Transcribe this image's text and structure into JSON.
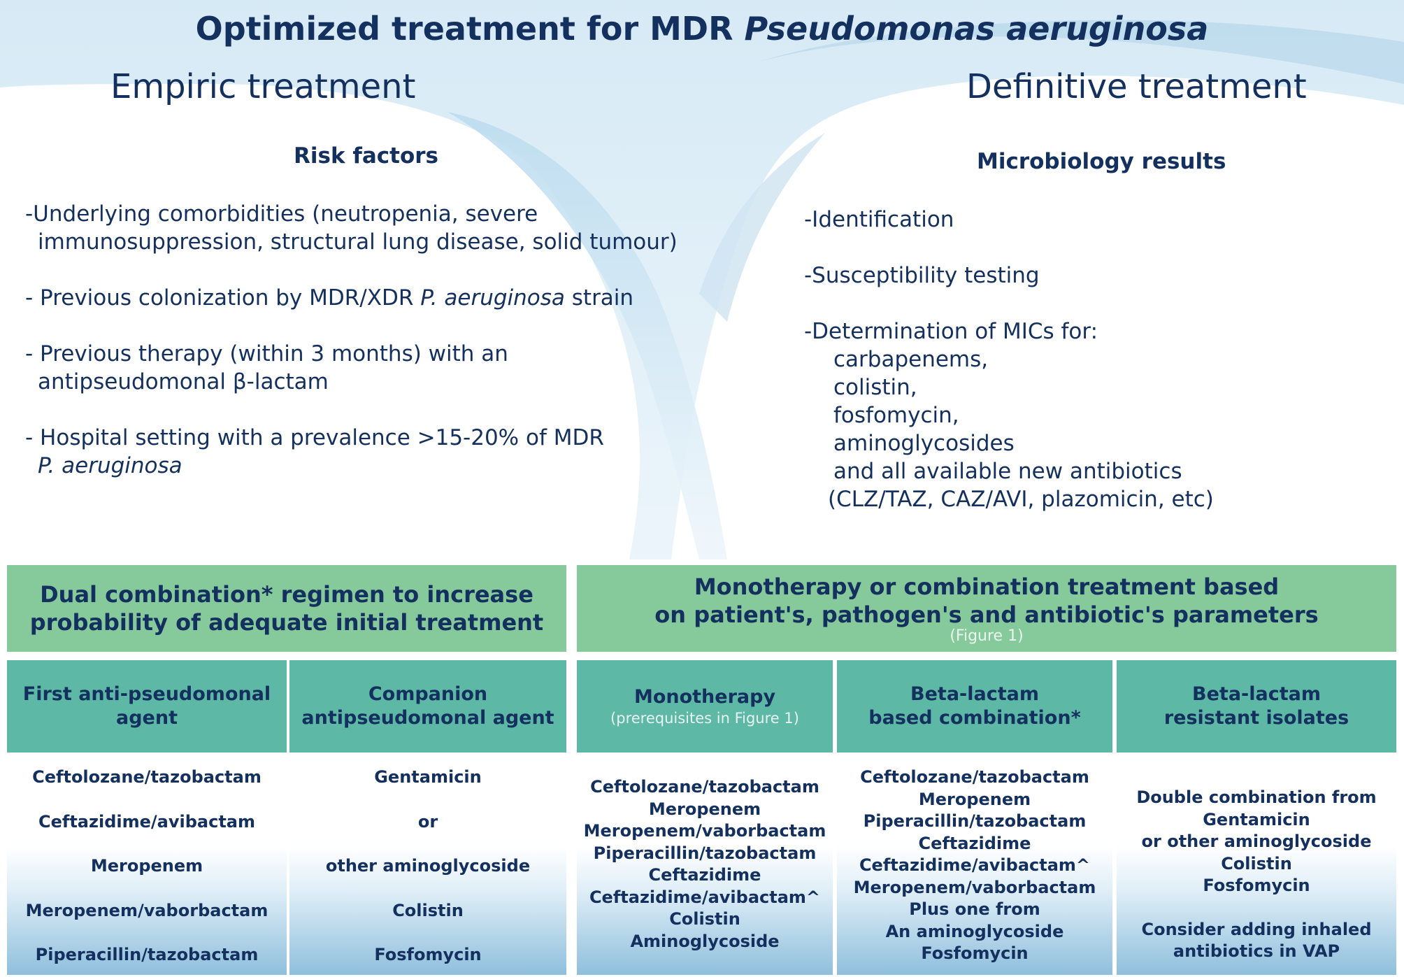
{
  "title": {
    "main": "Optimized treatment for MDR ",
    "italic": "Pseudomonas aeruginosa"
  },
  "empiric": {
    "heading": "Empiric treatment",
    "subheading": "Risk factors",
    "items": [
      {
        "line1": "-Underlying comorbidities (neutropenia, severe",
        "line2": "immunosuppression, structural lung disease, solid tumour)"
      },
      {
        "line1_a": "- Previous colonization by MDR/XDR ",
        "line1_italic": "P. aeruginosa",
        "line1_b": " strain"
      },
      {
        "line1": "- Previous therapy (within 3 months) with an",
        "line2": "antipseudomonal β-lactam"
      },
      {
        "line1": "- Hospital setting with a prevalence >15-20% of MDR",
        "line2_italic": "P. aeruginosa"
      }
    ]
  },
  "definitive": {
    "heading": "Definitive treatment",
    "subheading": "Microbiology results",
    "items": [
      "-Identification",
      "-Susceptibility testing",
      "-Determination of MICs for:"
    ],
    "mic_list": [
      "carbapenems,",
      "colistin,",
      "fosfomycin,",
      "aminoglycosides",
      "and all available new antibiotics",
      "(CLZ/TAZ, CAZ/AVI,  plazomicin, etc)"
    ]
  },
  "left_banner": {
    "line1": "Dual combination* regimen to increase",
    "line2": "probability of adequate initial treatment"
  },
  "right_banner": {
    "line1": "Monotherapy or combination treatment based",
    "line2": "on patient's, pathogen's and antibiotic's parameters",
    "note": "(Figure 1)"
  },
  "columns": [
    {
      "header1": "First anti-pseudomonal",
      "header2": "agent",
      "drugs": [
        "Ceftolozane/tazobactam",
        "Ceftazidime/avibactam",
        "Meropenem",
        "Meropenem/vaborbactam",
        "Piperacillin/tazobactam"
      ]
    },
    {
      "header1": "Companion",
      "header2": "antipseudomonal agent",
      "drugs": [
        "Gentamicin",
        "or",
        "other aminoglycoside",
        "Colistin",
        "Fosfomycin"
      ]
    },
    {
      "header1": "Monotherapy",
      "header_note": "(prerequisites in Figure 1)",
      "drugs": [
        "Ceftolozane/tazobactam",
        "Meropenem",
        "Meropenem/vaborbactam",
        "Piperacillin/tazobactam",
        "Ceftazidime",
        "Ceftazidime/avibactam^",
        "Colistin",
        "Aminoglycoside"
      ]
    },
    {
      "header1": "Beta-lactam",
      "header2": "based combination*",
      "drugs": [
        "Ceftolozane/tazobactam",
        "Meropenem",
        "Piperacillin/tazobactam",
        "Ceftazidime",
        "Ceftazidime/avibactam^",
        "Meropenem/vaborbactam",
        "Plus one from",
        "An aminoglycoside",
        "Fosfomycin"
      ]
    },
    {
      "header1": "Beta-lactam",
      "header2": "resistant isolates",
      "drugs": [
        "Double combination from",
        "Gentamicin",
        "or other aminoglycoside",
        "Colistin",
        "Fosfomycin"
      ],
      "extra": [
        "Consider adding inhaled",
        "antibiotics in VAP"
      ]
    }
  ],
  "colors": {
    "navy": "#14305e",
    "green_banner": "#86c99a",
    "teal_header": "#5db8a6",
    "light_blue": "#d4e8f3"
  }
}
